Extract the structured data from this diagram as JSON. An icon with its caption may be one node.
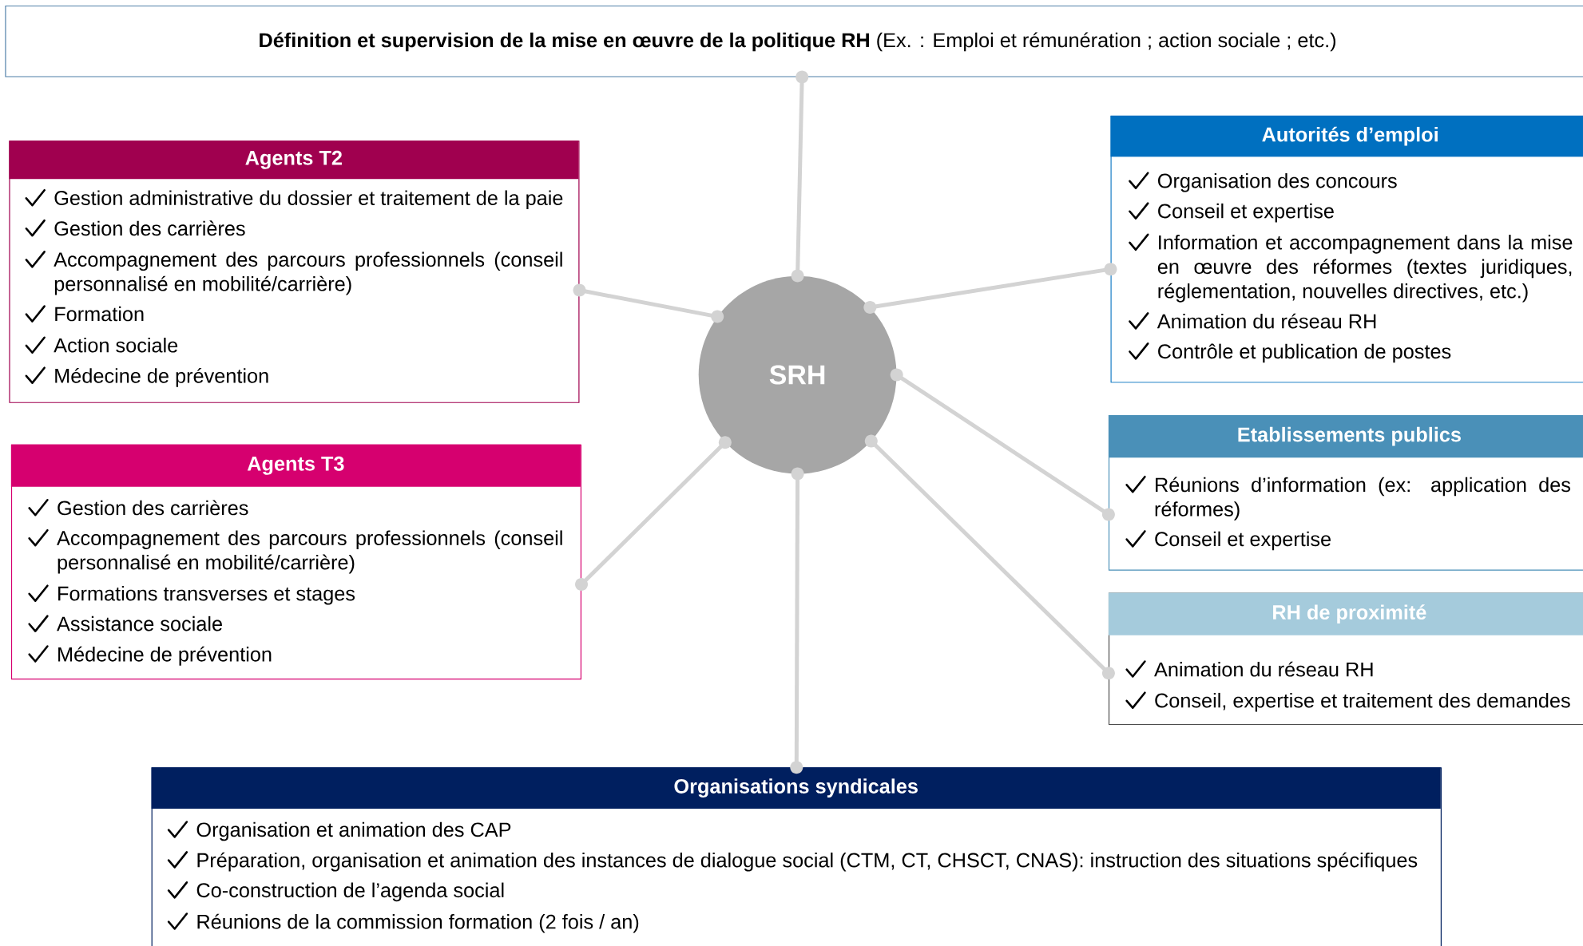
{
  "diagram": {
    "nodes": [
      {
        "text": [
          "**Définition et supervision de la mise en œuvre de la politique RH** (Ex. : Emploi et rémunération ; action sociale ; etc.)"
        ]
      },
      {
        "text": [
          "SRH"
        ]
      },
      {
        "text": [
          "Agents T2",
          "Gestion administrative du dossier et traitement de la paie",
          "Gestion des carrières",
          "Accompagnement des parcours professionnels (conseil personnalisé en mobilité/carrière)",
          "Formation",
          "Action sociale",
          "Médecine de prévention"
        ]
      },
      {
        "text": [
          "Agents T3",
          "Gestion des carrières",
          "Accompagnement des parcours professionnels (conseil personnalisé en mobilité/carrière)",
          "Formations transverses et stages",
          "Assistance sociale",
          "Médecine de prévention"
        ]
      },
      {
        "text": [
          "Autorités d’emploi",
          "Organisation des concours",
          "Conseil et expertise",
          "Information et accompagnement dans la mise en œuvre des réformes (textes juridiques, réglementation, nouvelles directives, etc.)",
          "Animation du réseau RH",
          "Contrôle et publication de postes"
        ]
      },
      {
        "text": [
          "Etablissements publics",
          "Réunions d’information (ex: application des réformes)",
          "Conseil et expertise"
        ]
      },
      {
        "text": [
          "RH de proximité",
          "Animation du réseau RH",
          "Conseil, expertise et traitement des demandes"
        ]
      },
      {
        "text": [
          "Organisations syndicales",
          "Organisation et animation des CAP",
          "Préparation, organisation et animation des instances de dialogue social (CTM, CT, CHSCT, CNAS): instruction des situations spécifiques",
          "Co-construction de l’agenda social",
          "Réunions de la commission formation (2 fois / an)"
        ]
      }
    ],
    "edges": [
      {
        "from": 1,
        "to": 0,
        "arrow": "other"
      },
      {
        "from": 1,
        "to": 2,
        "arrow": "other"
      },
      {
        "from": 1,
        "to": 3,
        "arrow": "other"
      },
      {
        "from": 1,
        "to": 4,
        "arrow": "other"
      },
      {
        "from": 1,
        "to": 5,
        "arrow": "other"
      },
      {
        "from": 1,
        "to": 6,
        "arrow": "other"
      },
      {
        "from": 1,
        "to": 7,
        "arrow": "other"
      }
    ]
  }
}
